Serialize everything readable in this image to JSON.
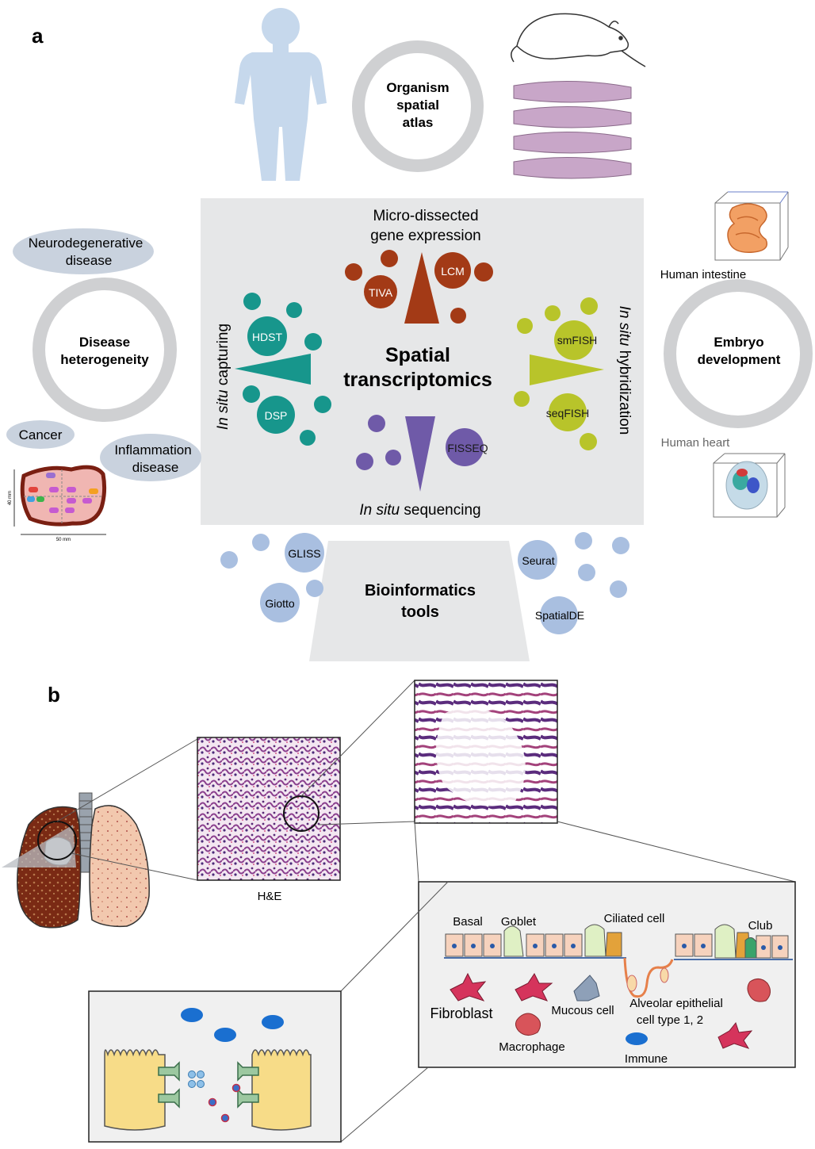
{
  "panel_a": {
    "label": "a",
    "center": {
      "line1": "Spatial",
      "line2": "transcriptomics"
    },
    "top_method": {
      "line1": "Micro-dissected",
      "line2": "gene expression",
      "tags": [
        "TIVA",
        "LCM"
      ]
    },
    "left_method": {
      "italic": "In situ",
      "rest": " capturing",
      "tags": [
        "HDST",
        "DSP"
      ]
    },
    "right_method": {
      "italic": "In situ",
      "rest": " hybridization",
      "tags": [
        "smFISH",
        "seqFISH"
      ]
    },
    "bottom_method": {
      "italic": "In situ",
      "rest": " sequencing",
      "tags": [
        "FISSEQ"
      ]
    },
    "atlas": {
      "line1": "Organism",
      "line2": "spatial",
      "line3": "atlas"
    },
    "disease": {
      "line1": "Disease",
      "line2": "heterogeneity",
      "neuro_line1": "Neurodegenerative",
      "neuro_line2": "disease",
      "cancer": "Cancer",
      "inflam_line1": "Inflammation",
      "inflam_line2": "disease",
      "tumor_x_label": "50 mm",
      "tumor_y_label": "40 mm"
    },
    "embryo": {
      "line1": "Embryo",
      "line2": "development",
      "intestine": "Human intestine",
      "heart": "Human heart"
    },
    "bioinfo": {
      "line1": "Bioinformatics",
      "line2": "tools",
      "tools": [
        "GLISS",
        "Giotto",
        "Seurat",
        "SpatialDE"
      ]
    }
  },
  "panel_b": {
    "label": "b",
    "he_label": "H&E",
    "cells": {
      "basal": "Basal",
      "goblet": "Goblet",
      "ciliated": "Ciliated cell",
      "club": "Club",
      "fibroblast": "Fibroblast",
      "mucous": "Mucous cell",
      "alveolar_line1": "Alveolar epithelial",
      "alveolar_line2": "cell type 1, 2",
      "macrophage": "Macrophage",
      "immune": "Immune"
    }
  },
  "colors": {
    "panel_bg": "#e6e7e8",
    "ring": "#cfd0d2",
    "capturing": "#17968c",
    "microdissect": "#a33a16",
    "hybridization": "#b8c42a",
    "sequencing": "#6f5aa8",
    "tool_bubble": "#a9bfe0",
    "cluster_fill": "#c9d2de"
  }
}
